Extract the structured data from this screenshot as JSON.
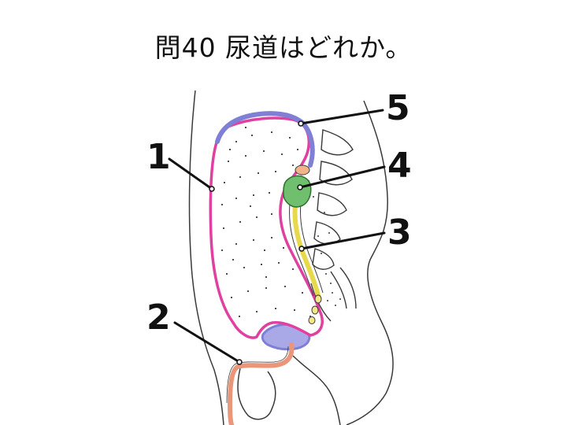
{
  "question": {
    "title": "問40 尿道はどれか。"
  },
  "colors": {
    "outline": "#3a3a3a",
    "peritoneum": "#e0409f",
    "bladder_wall": "#7f7fd6",
    "urethra": "#e9967a",
    "rectum": "#e8d94a",
    "organ_green": "#5fb35f",
    "leader": "#111111"
  },
  "callouts": [
    {
      "id": 1,
      "label": "1",
      "target": "peritoneum-outline"
    },
    {
      "id": 2,
      "label": "2",
      "target": "urethra-tube"
    },
    {
      "id": 3,
      "label": "3",
      "target": "rectum-tube"
    },
    {
      "id": 4,
      "label": "4",
      "target": "green-organ"
    },
    {
      "id": 5,
      "label": "5",
      "target": "upper-blue-membrane"
    }
  ]
}
